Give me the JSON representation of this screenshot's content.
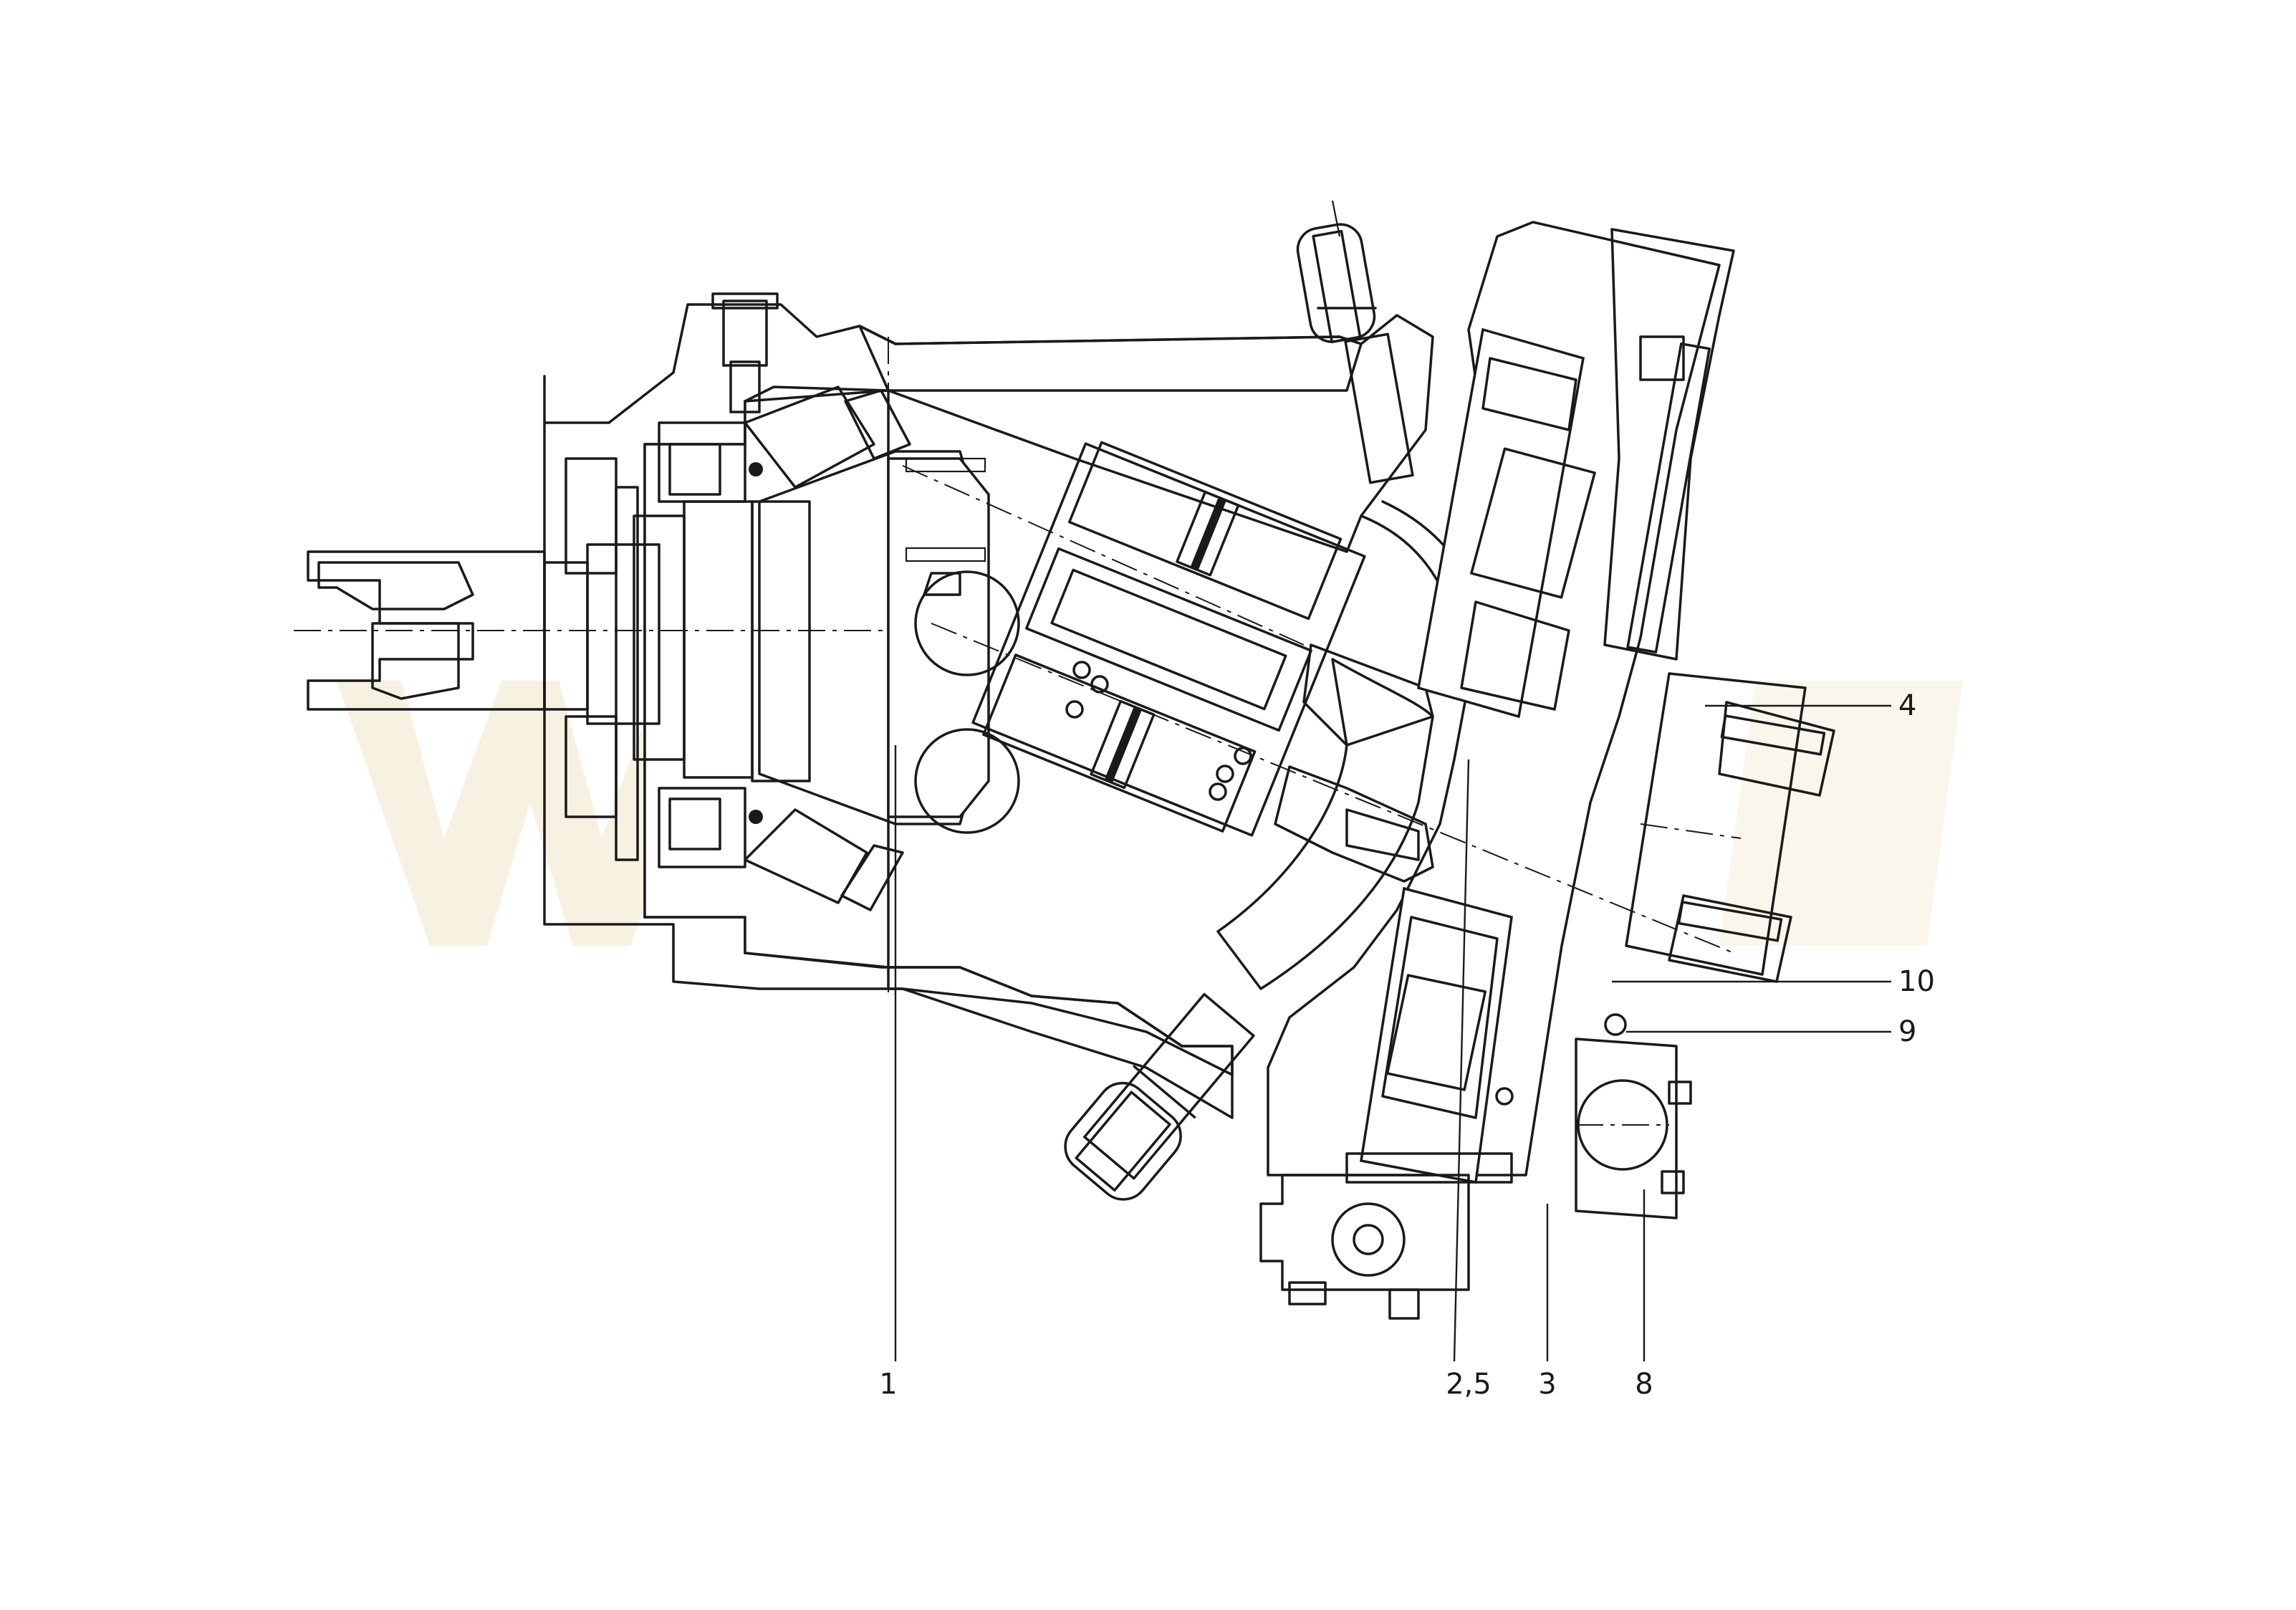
{
  "drawing": {
    "type": "sectional assembly drawing",
    "callouts": [
      {
        "id": "c1",
        "label": "1"
      },
      {
        "id": "c25",
        "label": "2,5"
      },
      {
        "id": "c3",
        "label": "3"
      },
      {
        "id": "c8",
        "label": "8"
      },
      {
        "id": "c9",
        "label": "9"
      },
      {
        "id": "c10",
        "label": "10"
      },
      {
        "id": "c4",
        "label": "4"
      }
    ],
    "colors": {
      "line": "#1a1a1a",
      "background": "#ffffff",
      "watermark": "#f3ead4"
    }
  }
}
